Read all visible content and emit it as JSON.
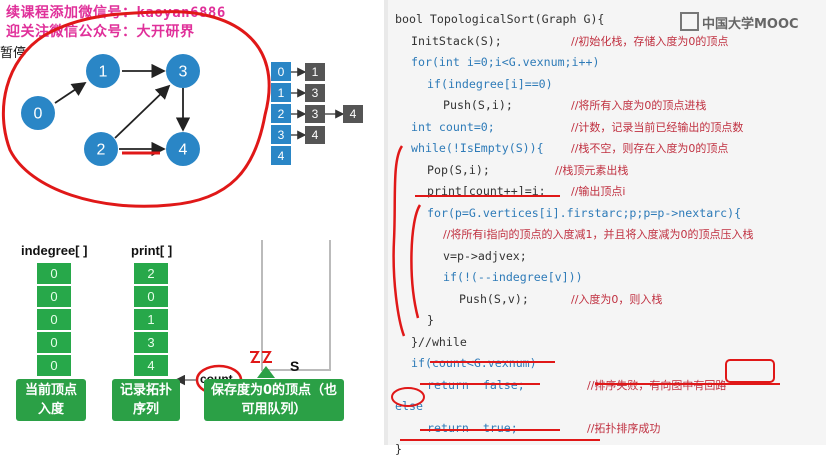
{
  "watermark": {
    "line1": "续课程添加微信号：kaoyan6886",
    "line2": "迎关注微信公众号：大开研界"
  },
  "overlay_text": "暂停",
  "graph": {
    "nodes": [
      {
        "id": "n0",
        "label": "0"
      },
      {
        "id": "n1",
        "label": "1"
      },
      {
        "id": "n2",
        "label": "2"
      },
      {
        "id": "n3",
        "label": "3"
      },
      {
        "id": "n4",
        "label": "4"
      }
    ]
  },
  "adjacency": {
    "heads": [
      "0",
      "1",
      "2",
      "3",
      "4"
    ],
    "edges": [
      [
        "1"
      ],
      [
        "3"
      ],
      [
        "3",
        "4"
      ],
      [
        "4"
      ],
      []
    ]
  },
  "indegree": {
    "title": "indegree[ ]",
    "values": [
      "0",
      "0",
      "0",
      "0",
      "0"
    ]
  },
  "print": {
    "title": "print[ ]",
    "values": [
      "2",
      "0",
      "1",
      "3",
      "4"
    ]
  },
  "stack_label": "S",
  "count_label": "count",
  "captions": {
    "indegree": "当前顶点入度",
    "print": "记录拓扑序列",
    "stack": "保存度为0的顶点（也可用队列）"
  },
  "logo": "中国大学MOOC",
  "code": {
    "l1": "bool TopologicalSort(Graph G){",
    "l2": "InitStack(S);",
    "l2c": "//初始化栈，存储入度为0的顶点",
    "l3": "for(int i=0;i<G.vexnum;i++)",
    "l4": "if(indegree[i]==0)",
    "l5": "Push(S,i);",
    "l5c": "//将所有入度为0的顶点进栈",
    "l6": "int count=0;",
    "l6c": "//计数，记录当前已经输出的顶点数",
    "l7": "while(!IsEmpty(S)){",
    "l7c": "//栈不空，则存在入度为0的顶点",
    "l8": "Pop(S,i);",
    "l8c": "//栈顶元素出栈",
    "l9": "print[count++]=i;",
    "l9c": "//输出顶点i",
    "l10": "for(p=G.vertices[i].firstarc;p;p=p->nextarc){",
    "l11c": "//将所有i指向的顶点的入度减1，并且将入度减为0的顶点压入栈",
    "l12": "v=p->adjvex;",
    "l13": "if(!(--indegree[v]))",
    "l14": "Push(S,v);",
    "l14c": "//入度为0，则入栈",
    "l15": "}",
    "l16": "}//while",
    "l17": "if(count<G.vexnum)",
    "l18": "return  false;",
    "l18c": "//排序失败，有向图中有回路",
    "l19": "else",
    "l20": "return  true;",
    "l20c": "//拓扑排序成功",
    "l21": "}"
  },
  "colors": {
    "node": "#2a86c6",
    "cell": "#27a84a",
    "annotation": "#e01818",
    "comment": "#c03040",
    "keyword": "#2e7bb8"
  }
}
